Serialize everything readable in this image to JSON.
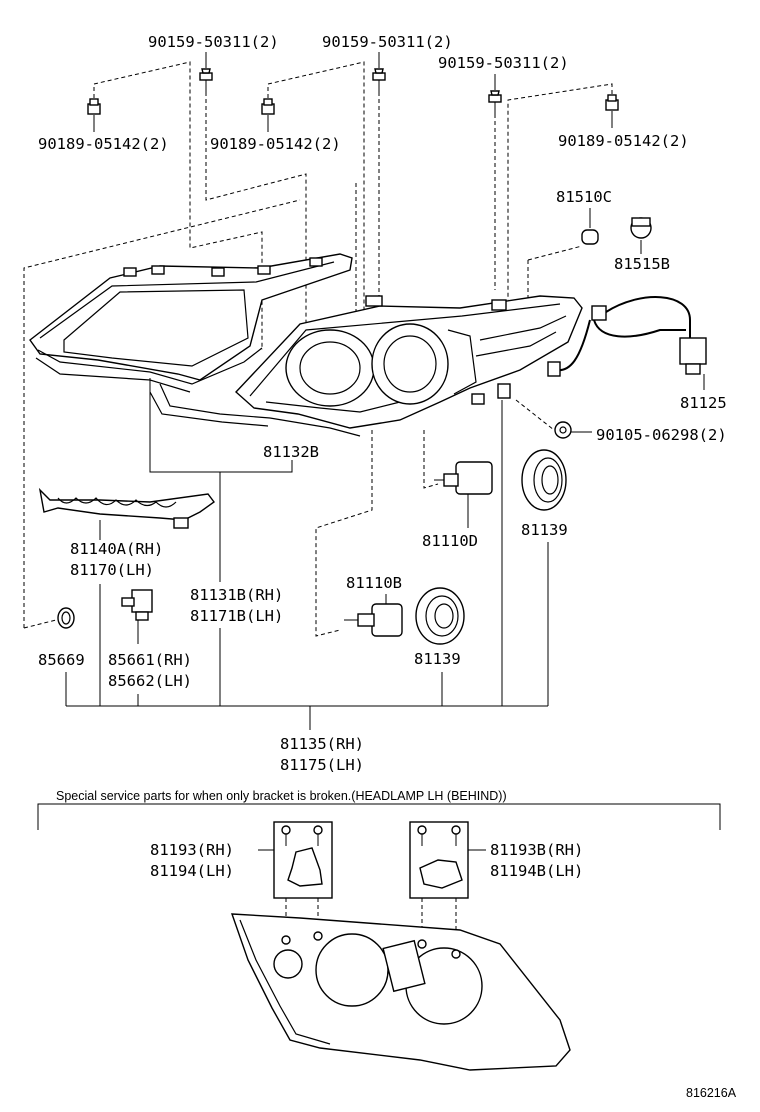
{
  "labels": {
    "bolt_a1": "90159-50311(2)",
    "bolt_a2": "90159-50311(2)",
    "bolt_a3": "90159-50311(2)",
    "grom_1": "90189-05142(2)",
    "grom_2": "90189-05142(2)",
    "grom_3": "90189-05142(2)",
    "bulb_81510c": "81510C",
    "socket_81515b": "81515B",
    "wire_81125": "81125",
    "screw_90105": "90105-06298(2)",
    "lens_81132b": "81132B",
    "bulb_81110d": "81110D",
    "cap_81139_a": "81139",
    "trim_rh": "81140A(RH)",
    "trim_lh": "81170(LH)",
    "housing_rh": "81131B(RH)",
    "housing_lh": "81171B(LH)",
    "bulb_81110b": "81110B",
    "cap_81139_b": "81139",
    "oring_85669": "85669",
    "motor_rh": "85661(RH)",
    "motor_lh": "85662(LH)",
    "assy_rh": "81135(RH)",
    "assy_lh": "81175(LH)",
    "bracket_l_rh": "81193(RH)",
    "bracket_l_lh": "81194(LH)",
    "bracket_r_rh": "81193B(RH)",
    "bracket_r_lh": "81194B(LH)"
  },
  "note": "Special service parts for when only bracket is broken.(HEADLAMP LH (BEHIND))",
  "diagram_code": "816216A"
}
